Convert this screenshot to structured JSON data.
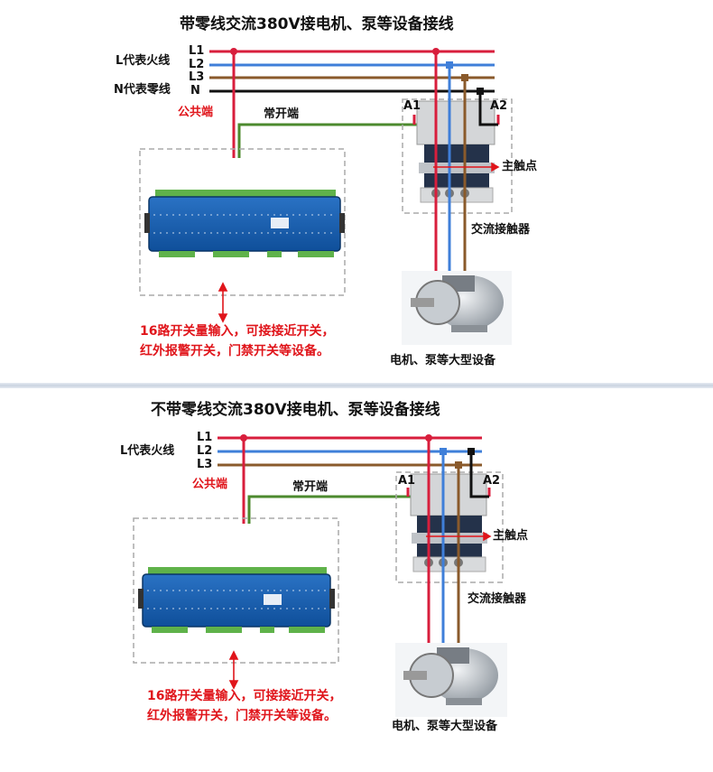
{
  "colors": {
    "L1": "#d81e3c",
    "L2": "#3f7fd9",
    "L3": "#8a5a2b",
    "N": "#111111",
    "no_wire": "#4c8a2e",
    "annotation_red": "#e0151b"
  },
  "diagrams": [
    {
      "title": "带零线交流380V接电机、泵等设备接线",
      "lines": [
        {
          "id": "L1",
          "label": "L1",
          "desc": "L代表火线"
        },
        {
          "id": "L2",
          "label": "L2",
          "desc": ""
        },
        {
          "id": "L3",
          "label": "L3",
          "desc": ""
        },
        {
          "id": "N",
          "label": "N",
          "desc": "N代表零线"
        }
      ],
      "common_label": "公共端",
      "no_label": "常开端",
      "a1_label": "A1",
      "a2_label": "A2",
      "main_contact_label": "主触点",
      "contactor_label": "交流接触器",
      "motor_label": "电机、泵等大型设备",
      "note_lines": [
        "16路开关量输入，可接接近开关，",
        "红外报警开关，门禁开关等设备。"
      ]
    },
    {
      "title": "不带零线交流380V接电机、泵等设备接线",
      "lines": [
        {
          "id": "L1",
          "label": "L1",
          "desc": "L代表火线"
        },
        {
          "id": "L2",
          "label": "L2",
          "desc": ""
        },
        {
          "id": "L3",
          "label": "L3",
          "desc": ""
        }
      ],
      "common_label": "公共端",
      "no_label": "常开端",
      "a1_label": "A1",
      "a2_label": "A2",
      "main_contact_label": "主触点",
      "contactor_label": "交流接触器",
      "motor_label": "电机、泵等大型设备",
      "note_lines": [
        "16路开关量输入，可接接近开关，",
        "红外报警开关，门禁开关等设备。"
      ]
    }
  ]
}
